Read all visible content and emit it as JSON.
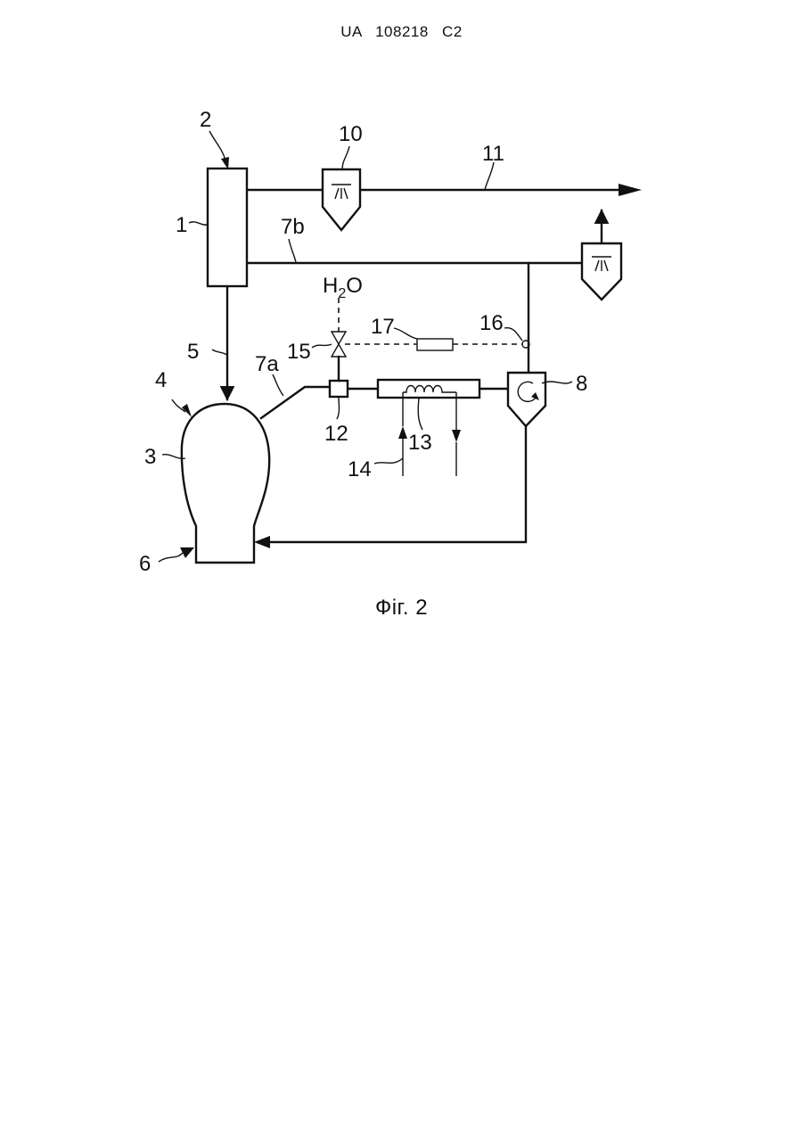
{
  "header": {
    "text": "UA   108218   C2"
  },
  "figure": {
    "caption": "Фіг. 2",
    "labels": {
      "l1": "1",
      "l2": "2",
      "l3": "3",
      "l4": "4",
      "l5": "5",
      "l6": "6",
      "l7a": "7a",
      "l7b": "7b",
      "l8": "8",
      "l10": "10",
      "l11": "11",
      "l12": "12",
      "l13": "13",
      "l14": "14",
      "l15": "15",
      "l16": "16",
      "l17": "17"
    },
    "water": {
      "main": "H",
      "subscript": "2",
      "tail": "O"
    }
  }
}
